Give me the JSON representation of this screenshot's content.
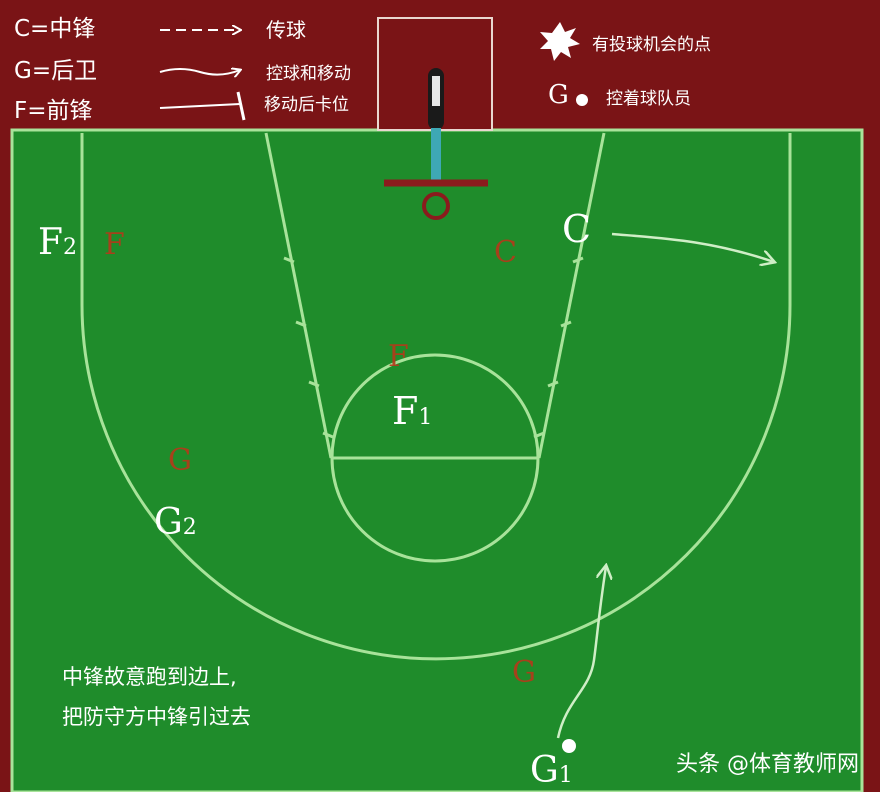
{
  "legend": {
    "positions": [
      {
        "key": "C=",
        "label": "中锋"
      },
      {
        "key": "G=",
        "label": "后卫"
      },
      {
        "key": "F=",
        "label": "前锋"
      }
    ],
    "line_types": [
      {
        "label": "传球",
        "style": "dashed-arrow"
      },
      {
        "label": "控球和移动",
        "style": "wavy-arrow"
      },
      {
        "label": "移动后卡位",
        "style": "line-with-bar"
      }
    ],
    "markers": [
      {
        "symbol": "starburst",
        "label": "有投球机会的点"
      },
      {
        "symbol": "G",
        "label": "控着球队员"
      }
    ]
  },
  "players": {
    "offense": [
      {
        "id": "F2",
        "letter": "F",
        "sub": "2"
      },
      {
        "id": "C",
        "letter": "C",
        "sub": ""
      },
      {
        "id": "F1",
        "letter": "F",
        "sub": "1"
      },
      {
        "id": "G2",
        "letter": "G",
        "sub": "2"
      },
      {
        "id": "G1",
        "letter": "G",
        "sub": "1"
      }
    ],
    "defense_letters": {
      "f2": "F",
      "c": "C",
      "f1": "F",
      "g2": "G",
      "g1": "G"
    }
  },
  "caption": {
    "line1": "中锋故意跑到边上,",
    "line2": "把防守方中锋引过去"
  },
  "watermark": "头条 @体育教师网",
  "colors": {
    "border": "#7a1416",
    "court": "#1f8c2b",
    "lines": "#a8e39a",
    "defense": "#b5391a",
    "stanchion": "#3ea8b5"
  }
}
